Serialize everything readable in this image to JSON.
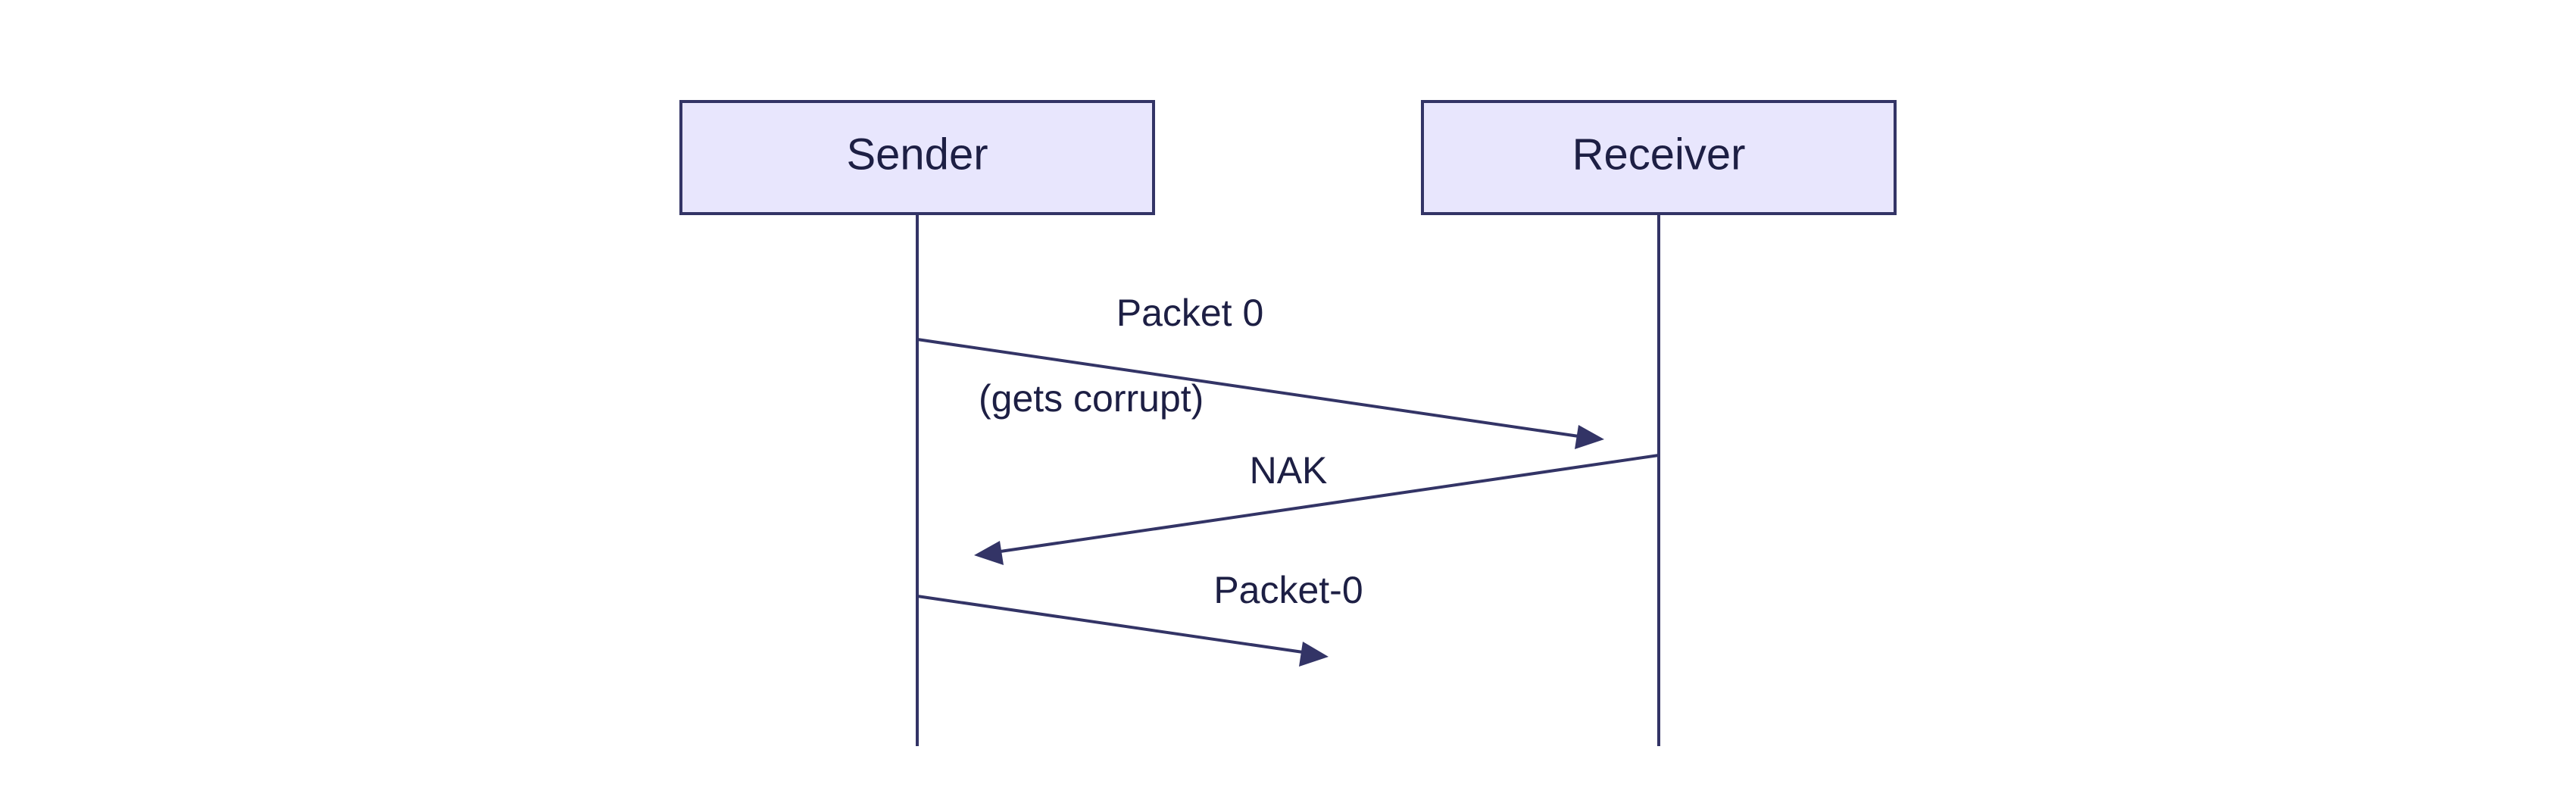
{
  "diagram": {
    "actors": [
      {
        "id": "sender",
        "label": "Sender"
      },
      {
        "id": "receiver",
        "label": "Receiver"
      }
    ],
    "messages": [
      {
        "from": "sender",
        "to": "receiver",
        "label": "Packet 0"
      },
      {
        "from": "receiver",
        "to": "sender",
        "label": "NAK"
      },
      {
        "from": "sender",
        "to": "receiver",
        "label": "Packet-0"
      }
    ],
    "notes": [
      {
        "text": "(gets corrupt)"
      }
    ],
    "colors": {
      "actor_fill": "#e8e6fd",
      "line": "#333466",
      "text": "#1d1f44"
    }
  }
}
